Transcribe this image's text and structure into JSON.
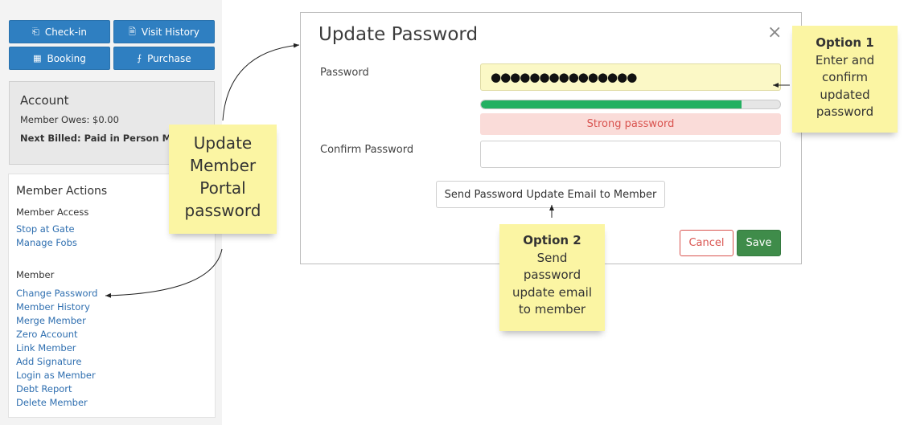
{
  "sidebar": {
    "buttons": [
      {
        "label": "Check-in",
        "icon": "sign-in-icon"
      },
      {
        "label": "Visit History",
        "icon": "document-icon"
      },
      {
        "label": "Booking",
        "icon": "calendar-icon"
      },
      {
        "label": "Purchase",
        "icon": "cart-icon"
      }
    ],
    "account": {
      "title": "Account",
      "owes": "Member Owes: $0.00",
      "next_billed": "Next Billed: Paid in Person Membership"
    },
    "actions": {
      "title": "Member Actions",
      "access_heading": "Member Access",
      "access_links": [
        "Stop at Gate",
        "Manage Fobs"
      ],
      "member_heading": "Member",
      "member_links": [
        "Change Password",
        "Member History",
        "Merge Member",
        "Zero Account",
        "Link Member",
        "Add Signature",
        "Login as Member",
        "Debt Report",
        "Delete Member"
      ]
    }
  },
  "modal": {
    "title": "Update Password",
    "close_symbol": "×",
    "password_label": "Password",
    "password_value": "●●●●●●●●●●●●●●●",
    "strength_fraction": 0.87,
    "strength_text": "Strong password",
    "confirm_label": "Confirm Password",
    "send_email_label": "Send Password Update Email to Member",
    "cancel_label": "Cancel",
    "save_label": "Save"
  },
  "notes": {
    "note_update": [
      "Update",
      "Member",
      "Portal",
      "password"
    ],
    "note_option1": {
      "title": "Option 1",
      "lines": [
        "Enter and",
        "confirm",
        "updated",
        "password"
      ]
    },
    "note_option2": {
      "title": "Option 2",
      "lines": [
        "Send",
        "password",
        "update email",
        "to member"
      ]
    }
  },
  "colors": {
    "primary": "#2f7fc1",
    "link": "#2f6fb0",
    "success": "#3f8c4a",
    "strength": "#22b061",
    "danger": "#d9534f",
    "note": "#fbf5a3"
  }
}
